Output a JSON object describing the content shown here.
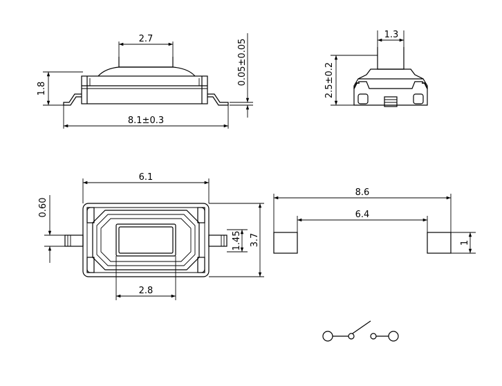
{
  "front_view": {
    "top_width": "2.7",
    "height": "1.8",
    "lead_thickness": "0.05±0.05",
    "total_length": "8.1±0.3"
  },
  "side_view": {
    "actuator_width": "1.3",
    "height": "2.5±0.2"
  },
  "top_view": {
    "body_width": "6.1",
    "lead_offset": "0.60",
    "window_height": "1.45",
    "body_height": "3.7",
    "window_width": "2.8"
  },
  "pad_view": {
    "outer_span": "8.6",
    "inner_span": "6.4",
    "pad_height": "1"
  },
  "colors": {
    "line": "#000000",
    "background": "#ffffff"
  }
}
